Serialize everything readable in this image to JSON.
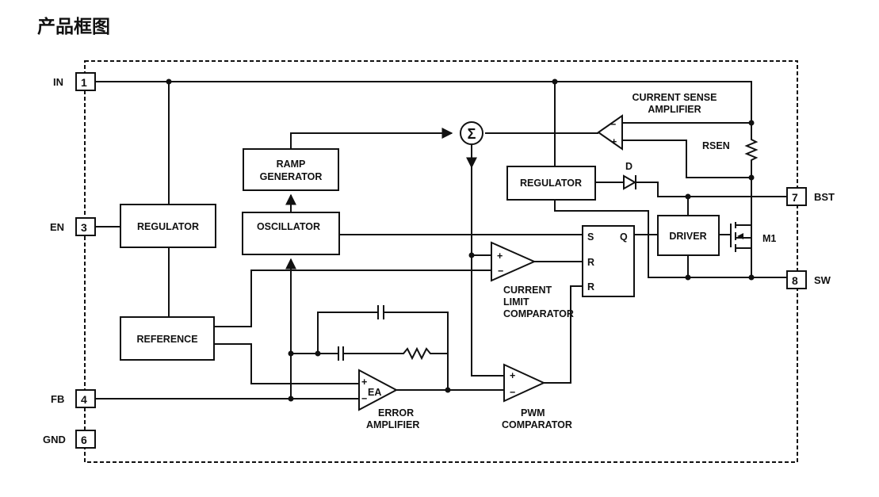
{
  "title": "产品框图",
  "pins": [
    {
      "num": "1",
      "name": "IN"
    },
    {
      "num": "3",
      "name": "EN"
    },
    {
      "num": "4",
      "name": "FB"
    },
    {
      "num": "6",
      "name": "GND"
    },
    {
      "num": "7",
      "name": "BST"
    },
    {
      "num": "8",
      "name": "SW"
    }
  ],
  "blocks": {
    "regulator_left": "REGULATOR",
    "reference": "REFERENCE",
    "ramp_1": "RAMP",
    "ramp_2": "GENERATOR",
    "oscillator": "OSCILLATOR",
    "regulator_right": "REGULATOR",
    "driver": "DRIVER"
  },
  "labels": {
    "sigma": "Σ",
    "csa_1": "CURRENT SENSE",
    "csa_2": "AMPLIFIER",
    "rsen": "RSEN",
    "diode": "D",
    "m1": "M1",
    "latch_s": "S",
    "latch_q": "Q",
    "latch_r1": "R",
    "latch_r2": "R",
    "clc_1": "CURRENT",
    "clc_2": "LIMIT",
    "clc_3": "COMPARATOR",
    "ea": "EA",
    "ea_1": "ERROR",
    "ea_2": "AMPLIFIER",
    "pwm_1": "PWM",
    "pwm_2": "COMPARATOR",
    "plus": "+",
    "minus": "−"
  }
}
